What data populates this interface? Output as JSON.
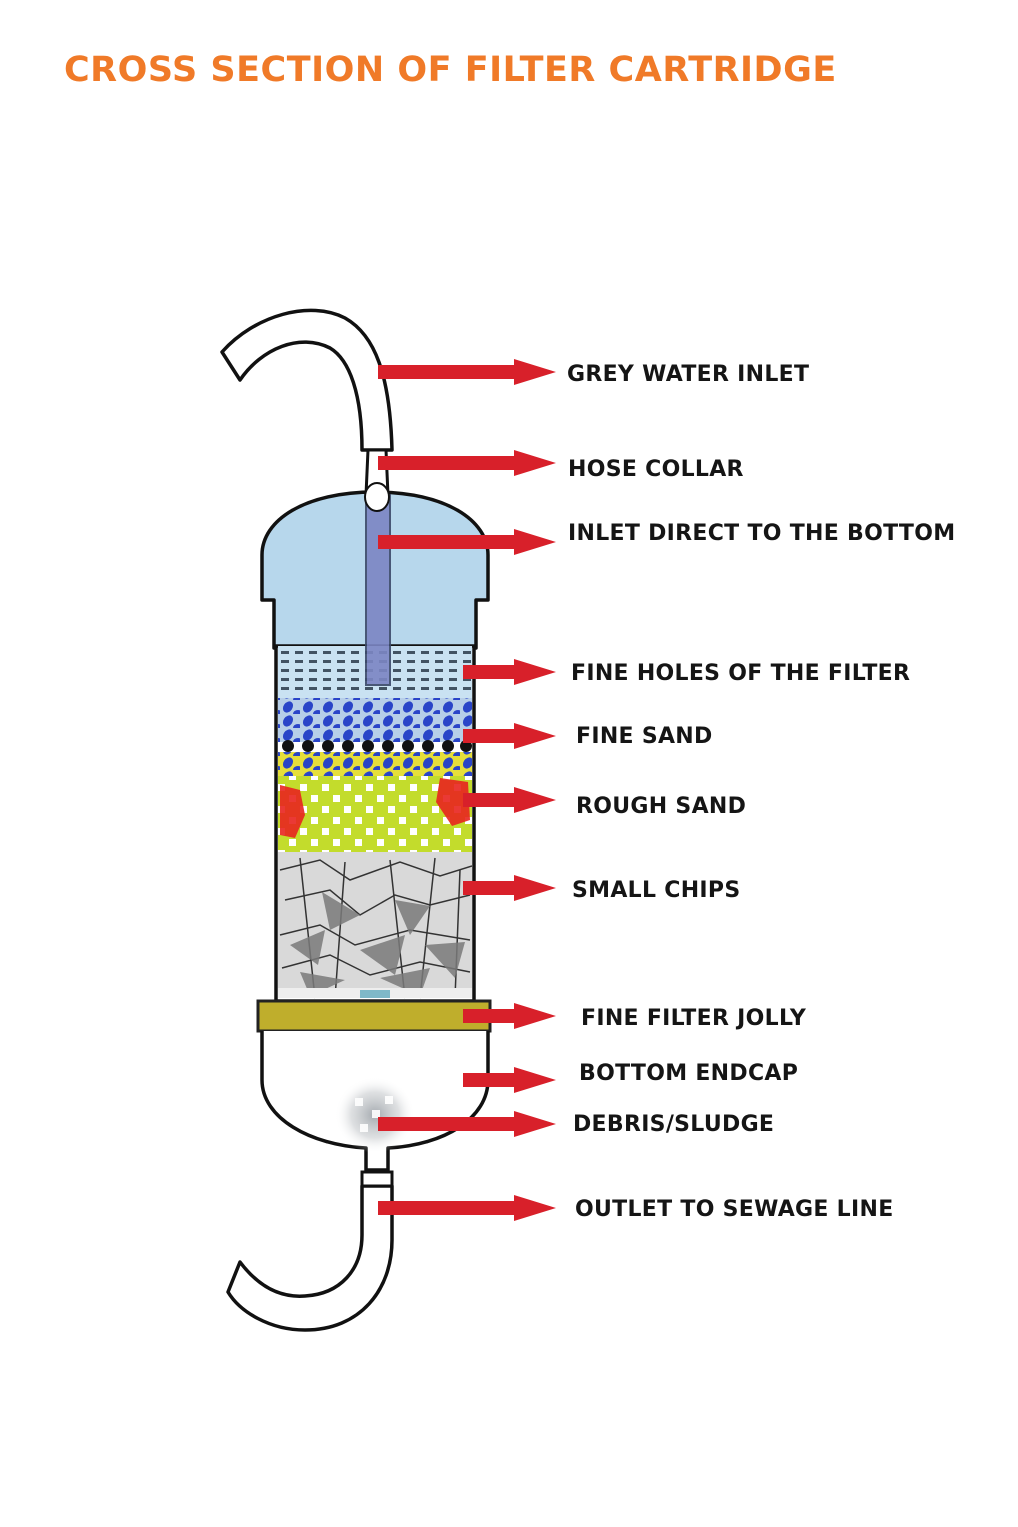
{
  "title": "CROSS SECTION OF FILTER CARTRIDGE",
  "colors": {
    "title": "#f07a28",
    "arrow": "#d8202a",
    "water": "#b7d7ec",
    "inlet_pipe": "#7c86c4",
    "fine_sand": "#2a45c8",
    "rough_sand": "#c3dc2c",
    "rough_sand_red": "#e8231f",
    "chips_light": "#d9d9d9",
    "chips_dark": "#7a7a7a",
    "jolly": "#bfae2c",
    "outline": "#111111"
  },
  "labels": [
    {
      "id": "grey-water-inlet",
      "text": "GREY WATER INLET"
    },
    {
      "id": "hose-collar",
      "text": "HOSE COLLAR"
    },
    {
      "id": "inlet-direct-to-bottom",
      "text": "INLET DIRECT TO THE BOTTOM"
    },
    {
      "id": "fine-holes-of-filter",
      "text": "FINE HOLES OF THE FILTER"
    },
    {
      "id": "fine-sand",
      "text": "FINE SAND"
    },
    {
      "id": "rough-sand",
      "text": "ROUGH SAND"
    },
    {
      "id": "small-chips",
      "text": "SMALL CHIPS"
    },
    {
      "id": "fine-filter-jolly",
      "text": "FINE FILTER JOLLY"
    },
    {
      "id": "bottom-endcap",
      "text": "BOTTOM ENDCAP"
    },
    {
      "id": "debris-sludge",
      "text": "DEBRIS/SLUDGE"
    },
    {
      "id": "outlet-to-sewage-line",
      "text": "OUTLET TO SEWAGE LINE"
    }
  ]
}
